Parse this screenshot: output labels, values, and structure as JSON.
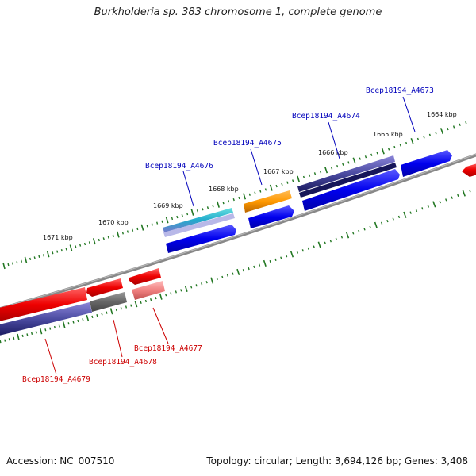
{
  "title": "Burkholderia sp. 383 chromosome 1, complete genome",
  "footer": {
    "accession": "Accession: NC_007510",
    "summary": "Topology: circular; Length: 3,694,126 bp; Genes: 3,408"
  },
  "scale_labels": [
    "1671 kbp",
    "1670 kbp",
    "1669 kbp",
    "1668 kbp",
    "1667 kbp",
    "1666 kbp",
    "1665 kbp",
    "1664 kbp"
  ],
  "top_gene_labels": [
    "Bcep18194_A4676",
    "Bcep18194_A4675",
    "Bcep18194_A4674",
    "Bcep18194_A4673"
  ],
  "bottom_gene_labels": [
    "Bcep18194_A4679",
    "Bcep18194_A4678",
    "Bcep18194_A4677"
  ],
  "colors": {
    "background": "#ffffff",
    "backbone": "#888888",
    "tick": "#227722",
    "forward_cds": "#0000ee",
    "reverse_cds": "#ee0000",
    "top_label": "#0000bb",
    "bottom_label": "#cc0000"
  }
}
